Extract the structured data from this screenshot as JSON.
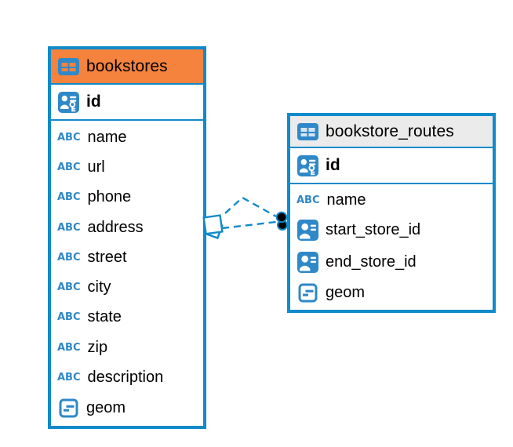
{
  "icons": {
    "text_type_glyph": "ABC"
  },
  "colors": {
    "accent_blue": "#0f8aca",
    "icon_blue": "#2f88c7",
    "bookstores_header": "#f5823d",
    "routes_header": "#ebebeb",
    "connector_dot": "#000000"
  },
  "tables": [
    {
      "name": "bookstores",
      "primary_key": {
        "label": "id"
      },
      "columns": [
        {
          "label": "name",
          "type": "text"
        },
        {
          "label": "url",
          "type": "text"
        },
        {
          "label": "phone",
          "type": "text"
        },
        {
          "label": "address",
          "type": "text"
        },
        {
          "label": "street",
          "type": "text"
        },
        {
          "label": "city",
          "type": "text"
        },
        {
          "label": "state",
          "type": "text"
        },
        {
          "label": "zip",
          "type": "text"
        },
        {
          "label": "description",
          "type": "text"
        },
        {
          "label": "geom",
          "type": "geometry"
        }
      ]
    },
    {
      "name": "bookstore_routes",
      "primary_key": {
        "label": "id"
      },
      "columns": [
        {
          "label": "name",
          "type": "text"
        },
        {
          "label": "start_store_id",
          "type": "foreign_key"
        },
        {
          "label": "end_store_id",
          "type": "foreign_key"
        },
        {
          "label": "geom",
          "type": "geometry"
        }
      ]
    }
  ]
}
